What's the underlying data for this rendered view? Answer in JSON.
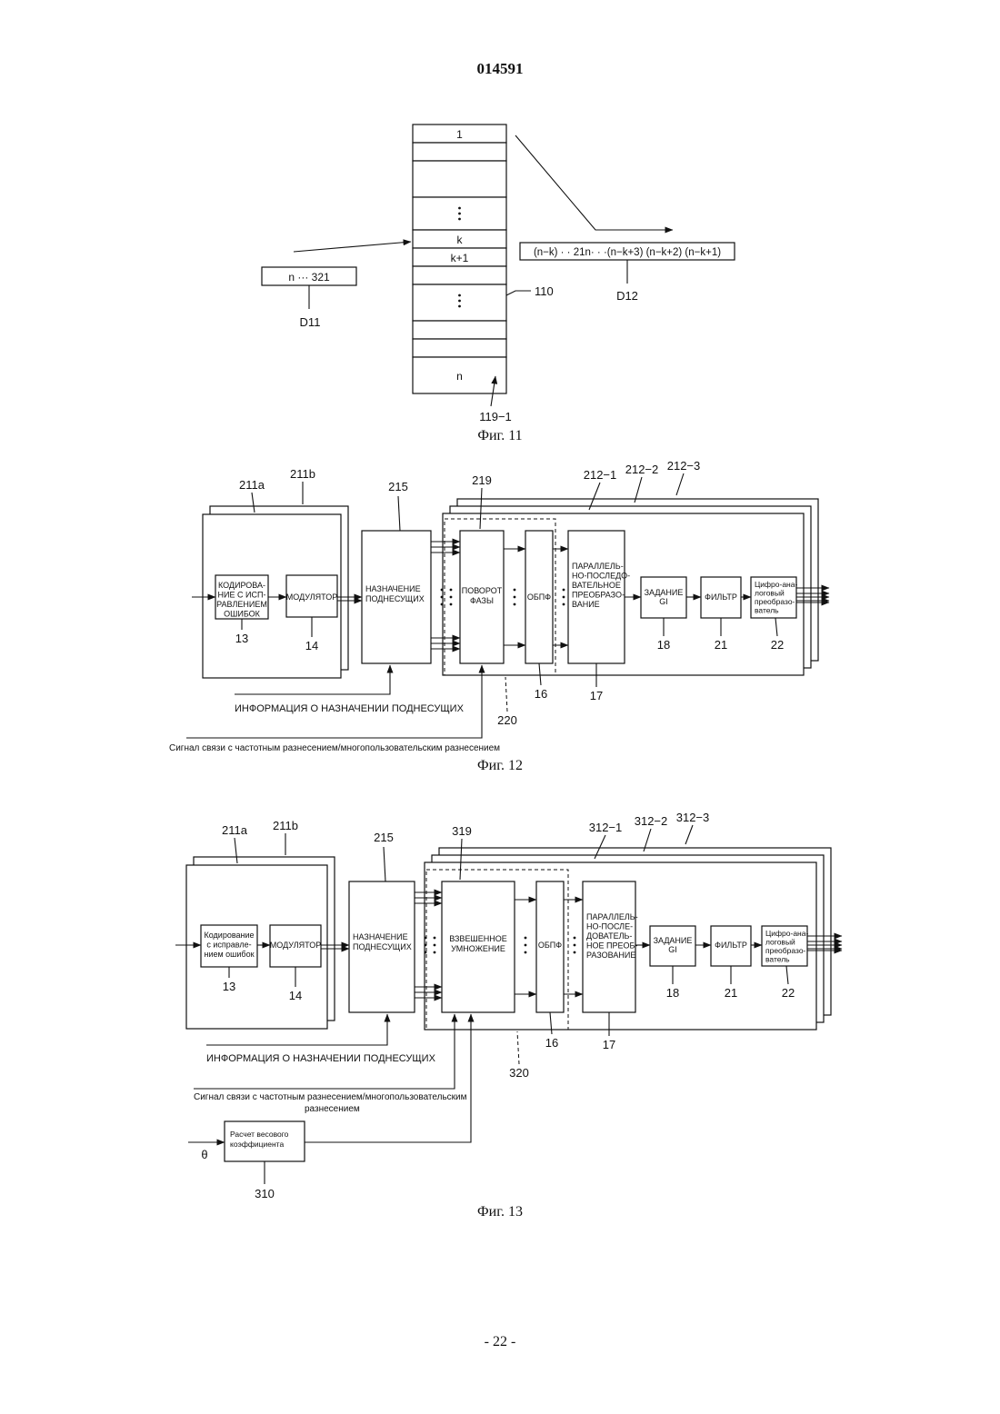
{
  "page": {
    "doc_number": "014591",
    "footer": "- 22 -"
  },
  "fig11": {
    "caption": "Фиг. 11",
    "cells": [
      "1",
      "",
      "",
      "⋮",
      "k",
      "k+1",
      "",
      "⋮",
      "",
      "",
      "n"
    ],
    "input_seq": "n  ···  321",
    "output_seq": "(n−k) · · 21n·  · ·(n−k+3) (n−k+2) (n−k+1)",
    "labels": {
      "d11": "D11",
      "d12": "D12",
      "buffer": "110",
      "ref": "119−1"
    }
  },
  "fig12": {
    "caption": "Фиг. 12",
    "refs": {
      "a": "211a",
      "b": "211b",
      "assign": "215",
      "rot": "219",
      "s1": "212−1",
      "s2": "212−2",
      "s3": "212−3",
      "enc": "13",
      "mod": "14",
      "ifft": "16",
      "ps": "17",
      "gi": "18",
      "filt": "21",
      "dac": "22",
      "group": "220"
    },
    "blocks": {
      "enc": [
        "КОДИРОВА-",
        "НИЕ С ИСП-",
        "РАВЛЕНИЕМ",
        "ОШИБОК"
      ],
      "mod": [
        "МОДУЛЯТОР"
      ],
      "assign": [
        "НАЗНАЧЕНИЕ",
        "ПОДНЕСУЩИХ"
      ],
      "rot": [
        "ПОВОРОТ",
        "ФАЗЫ"
      ],
      "ifft": [
        "ОБПФ"
      ],
      "ps": [
        "ПАРАЛЛЕЛЬ-",
        "НО-ПОСЛЕДО-",
        "ВАТЕЛЬНОЕ",
        "ПРЕОБРАЗО-",
        "ВАНИЕ"
      ],
      "gi": [
        "ЗАДАНИЕ",
        "GI"
      ],
      "filt": [
        "ФИЛЬТР"
      ],
      "dac": [
        "Цифро-ана-",
        "логовый",
        "преобразо-",
        "ватель"
      ]
    },
    "info_text": "ИНФОРМАЦИЯ О НАЗНАЧЕНИИ ПОДНЕСУЩИХ",
    "signal_text": [
      "Сигнал связи с частотным разнесением/многопользовательским разнесением"
    ]
  },
  "fig13": {
    "caption": "Фиг. 13",
    "refs": {
      "a": "211a",
      "b": "211b",
      "assign": "215",
      "wm": "319",
      "s1": "312−1",
      "s2": "312−2",
      "s3": "312−3",
      "enc": "13",
      "mod": "14",
      "ifft": "16",
      "ps": "17",
      "gi": "18",
      "filt": "21",
      "dac": "22",
      "group": "320",
      "wc": "310"
    },
    "blocks": {
      "enc": [
        "Кодирование",
        "с исправле-",
        "нием  ошибок"
      ],
      "mod": [
        "МОДУЛЯТОР"
      ],
      "assign": [
        "НАЗНАЧЕНИЕ",
        "ПОДНЕСУЩИХ"
      ],
      "wm": [
        "ВЗВЕШЕННОЕ",
        "УМНОЖЕНИЕ"
      ],
      "ifft": [
        "ОБПФ"
      ],
      "ps": [
        "ПАРАЛЛЕЛЬ-",
        "НО-ПОСЛЕ-",
        "ДОВАТЕЛЬ-",
        "НОЕ ПРЕОБ-",
        "РАЗОВАНИЕ"
      ],
      "gi": [
        "ЗАДАНИЕ",
        "GI"
      ],
      "filt": [
        "ФИЛЬТР"
      ],
      "dac": [
        "Цифро-ана-",
        "логовый",
        "преобразо-",
        "ватель"
      ],
      "wc": [
        "Расчет  весового",
        "коэффициента"
      ]
    },
    "info_text": "ИНФОРМАЦИЯ О НАЗНАЧЕНИИ ПОДНЕСУЩИХ",
    "signal_text": [
      "Сигнал связи с частотным разнесением/многопользовательским",
      "разнесением"
    ],
    "theta": "θ"
  }
}
